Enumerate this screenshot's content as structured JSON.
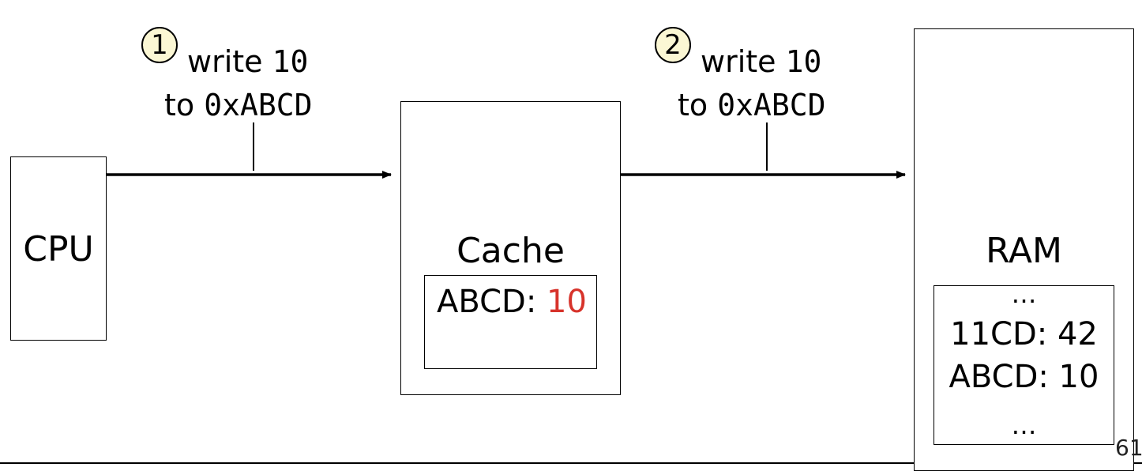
{
  "cpu": {
    "label": "CPU"
  },
  "cache": {
    "label": "Cache",
    "entry_addr": "ABCD:",
    "entry_value": "10",
    "value_color": "#d7332b"
  },
  "ram": {
    "label": "RAM",
    "lines": [
      "…",
      "11CD: 42",
      "ABCD: 10",
      "…"
    ]
  },
  "steps": [
    {
      "number": "1",
      "word_write": "write",
      "value": "10",
      "word_to": "to",
      "address": "0xABCD"
    },
    {
      "number": "2",
      "word_write": "write",
      "value": "10",
      "word_to": "to",
      "address": "0xABCD"
    }
  ],
  "page_number": "61",
  "circle_fill": "#fbf7d4"
}
